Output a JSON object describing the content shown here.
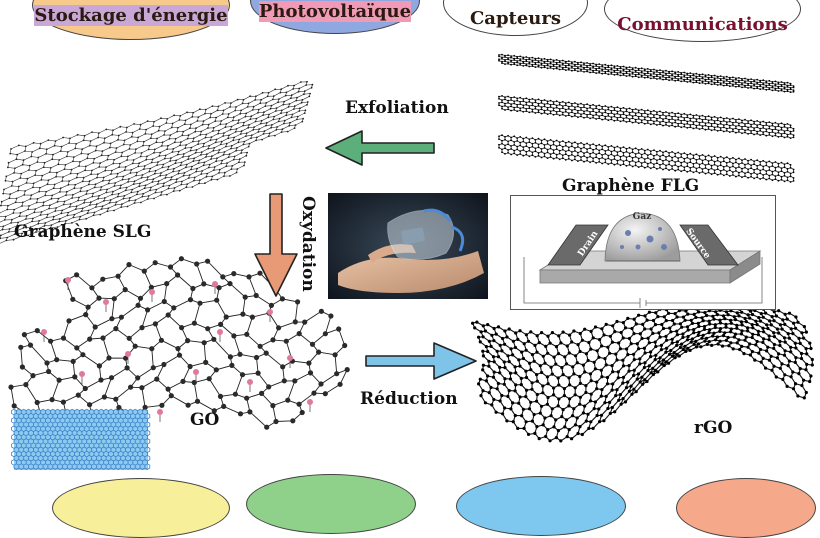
{
  "top_applications": [
    {
      "label": "Stockage d'énergie",
      "color": "#f7c98b"
    },
    {
      "label": "Photovoltaïque",
      "color": "#c9a8d8"
    },
    {
      "label": "Capteurs",
      "color": "#8fa8e0"
    },
    {
      "label": "Communications",
      "color": "#f19ab8"
    }
  ],
  "bottom_ovals": [
    {
      "color": "#f7ef9a"
    },
    {
      "color": "#8fd08a"
    },
    {
      "color": "#7ec8f0"
    },
    {
      "color": "#f5a98a"
    }
  ],
  "materials": {
    "slg": "Graphène SLG",
    "flg": "Graphène FLG",
    "go": "GO",
    "rgo": "rGO"
  },
  "processes": {
    "exfoliation": "Exfoliation",
    "oxydation": "Oxydation",
    "reduction": "Réduction"
  },
  "sensor": {
    "drain": "Drain",
    "source": "Source",
    "gas": "Gaz"
  },
  "colors": {
    "exfoliation_arrow": "#5cae7a",
    "oxydation_arrow": "#e89a76",
    "reduction_arrow": "#7ec3e8",
    "oxygen_atom": "#e07a9a"
  }
}
